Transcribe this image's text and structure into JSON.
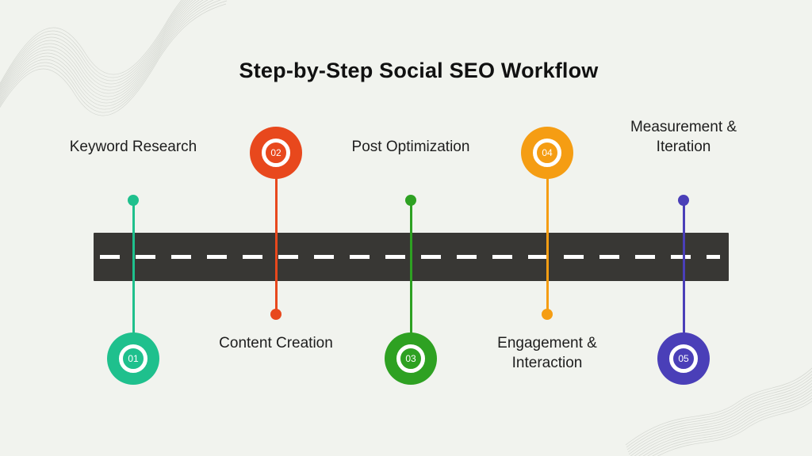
{
  "title": "Step-by-Step Social SEO Workflow",
  "colors": {
    "background": "#F1F3EE",
    "road": "#383734",
    "road_dash": "#FFFFFF",
    "title_text": "#111111",
    "label_text": "#1E1E1E",
    "wave_texture": "#C7CAC4"
  },
  "steps": [
    {
      "number": "01",
      "label": "Keyword Research",
      "color": "#1FC08D",
      "side": "bottom"
    },
    {
      "number": "02",
      "label": "Content Creation",
      "color": "#E8481D",
      "side": "top"
    },
    {
      "number": "03",
      "label": "Post Optimization",
      "color": "#2EA122",
      "side": "bottom"
    },
    {
      "number": "04",
      "label": "Engagement & Interaction",
      "color": "#F59D13",
      "side": "top"
    },
    {
      "number": "05",
      "label": "Measurement & Iteration",
      "color": "#4A3FB8",
      "side": "bottom"
    }
  ]
}
